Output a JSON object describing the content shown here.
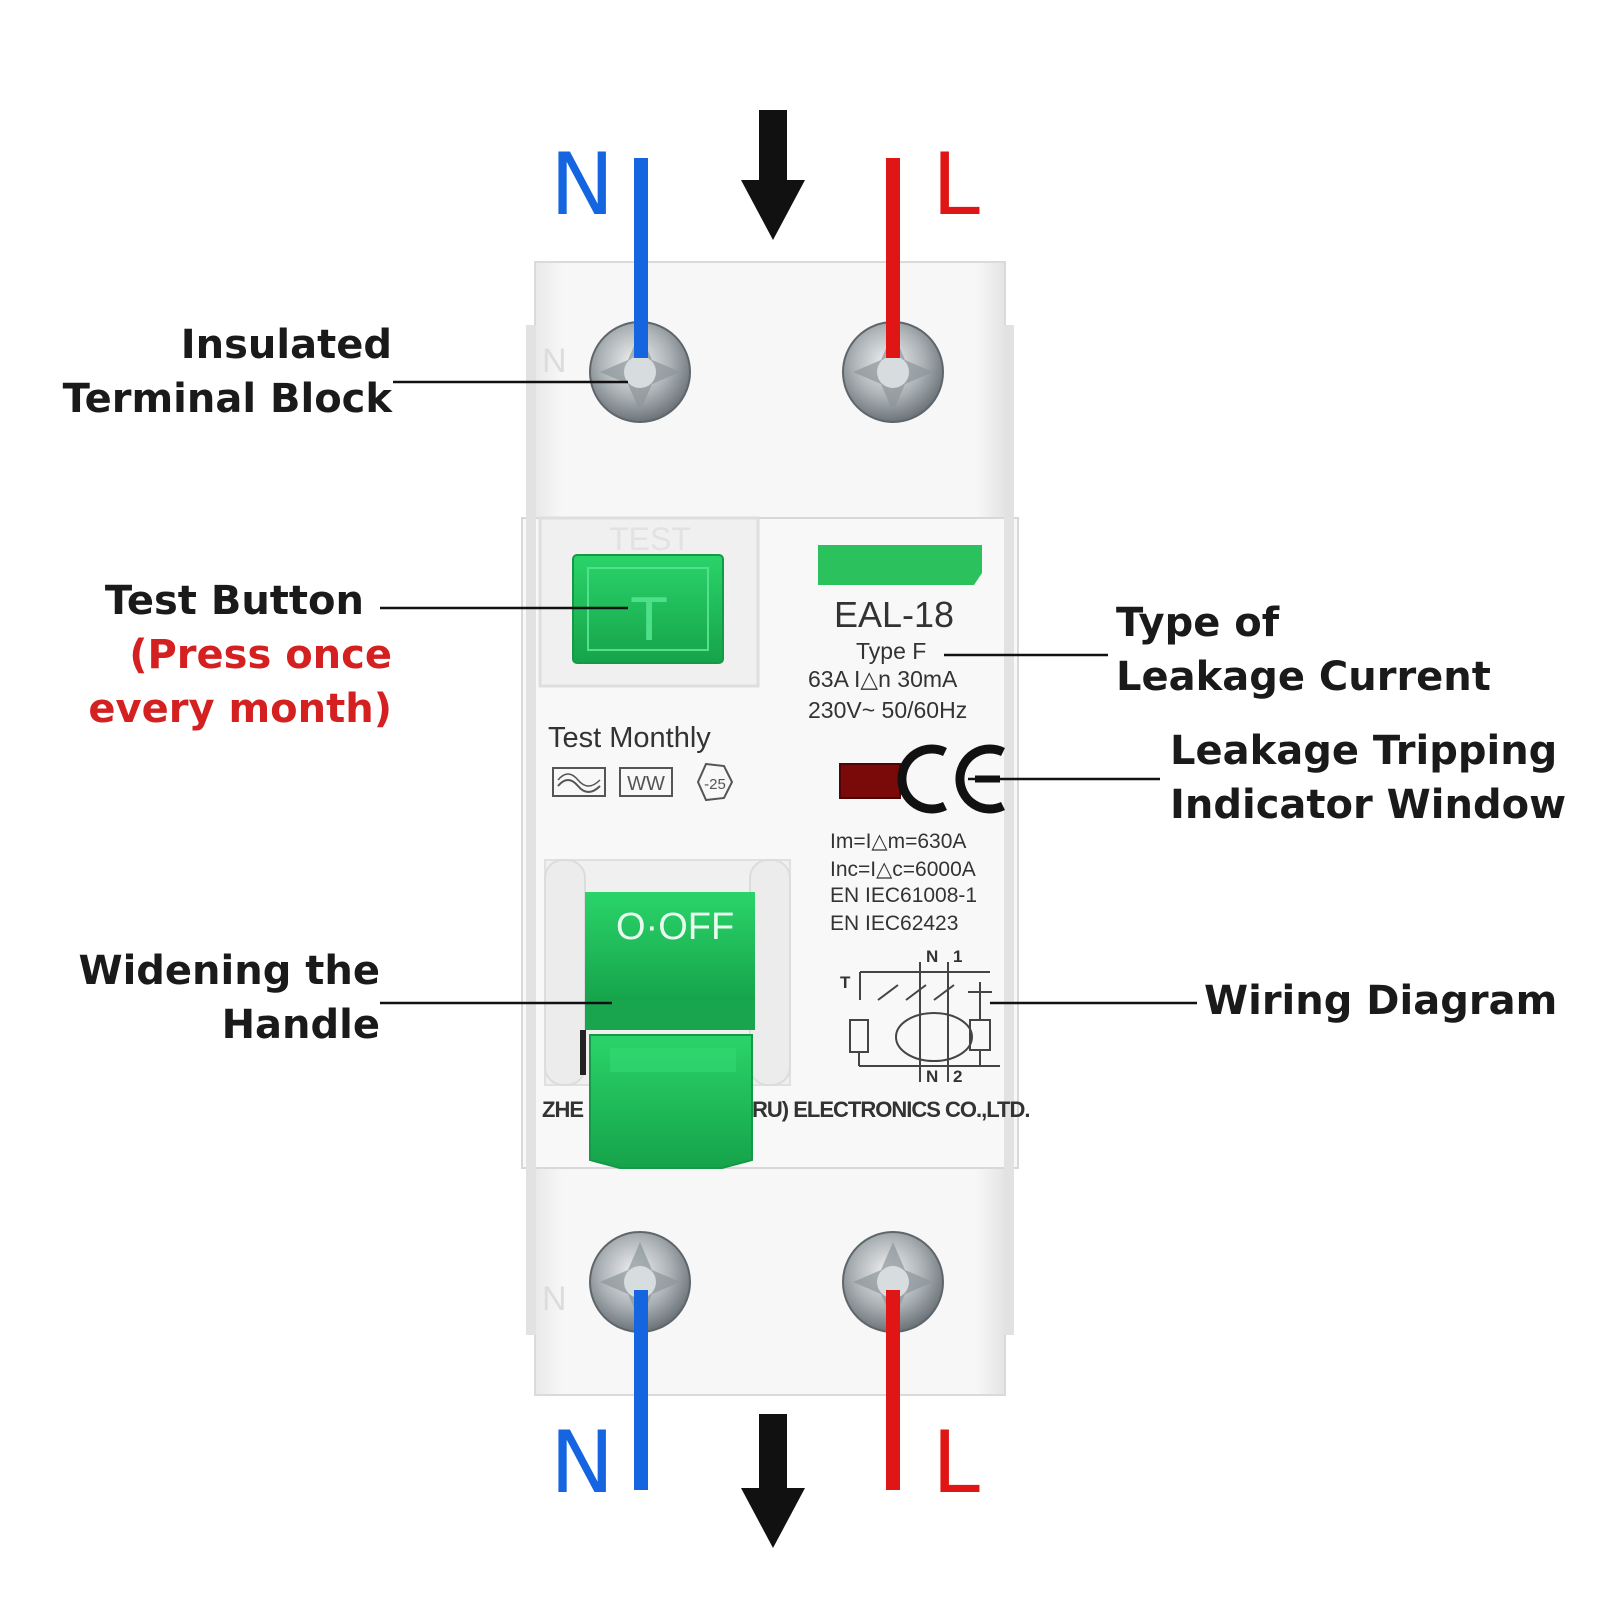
{
  "wires": {
    "top_neutral": "N",
    "top_live": "L",
    "bottom_neutral": "N",
    "bottom_live": "L",
    "neutral_color": "#1565e0",
    "live_color": "#e01515"
  },
  "callouts": {
    "terminal_block": [
      "Insulated",
      "Terminal Block"
    ],
    "test_button": [
      "Test Button"
    ],
    "test_button_note": [
      "(Press once",
      "every month)"
    ],
    "widening_handle": [
      "Widening the",
      "Handle"
    ],
    "leakage_type": [
      "Type of",
      "Leakage Current"
    ],
    "tripping_window": [
      "Leakage Tripping",
      "Indicator Window"
    ],
    "wiring_diagram": [
      "Wiring Diagram"
    ]
  },
  "device": {
    "test_label": "TEST",
    "test_key": "T",
    "test_monthly": "Test Monthly",
    "temp_badge": "-25",
    "wave_symbol": "WW",
    "model": "EAL-18",
    "type": "Type F",
    "rating": "63A  I△n 30mA",
    "voltage": "230V~ 50/60Hz",
    "ce_mark": "CE",
    "specs": [
      "Im=I△m=630A",
      "Inc=I△c=6000A",
      "EN IEC61008-1",
      "EN IEC62423"
    ],
    "handle_label": "O·OFF",
    "manufacturer_left": "ZHE",
    "manufacturer_right": "RU) ELECTRONICS CO.,LTD.",
    "diagram_top_n": "N",
    "diagram_top_1": "1",
    "diagram_bottom_n": "N",
    "diagram_bottom_2": "2",
    "diagram_t": "T",
    "terminal_mark": "N",
    "accent_green": "#1fbf5a",
    "indicator_color": "#7a0a0a"
  }
}
